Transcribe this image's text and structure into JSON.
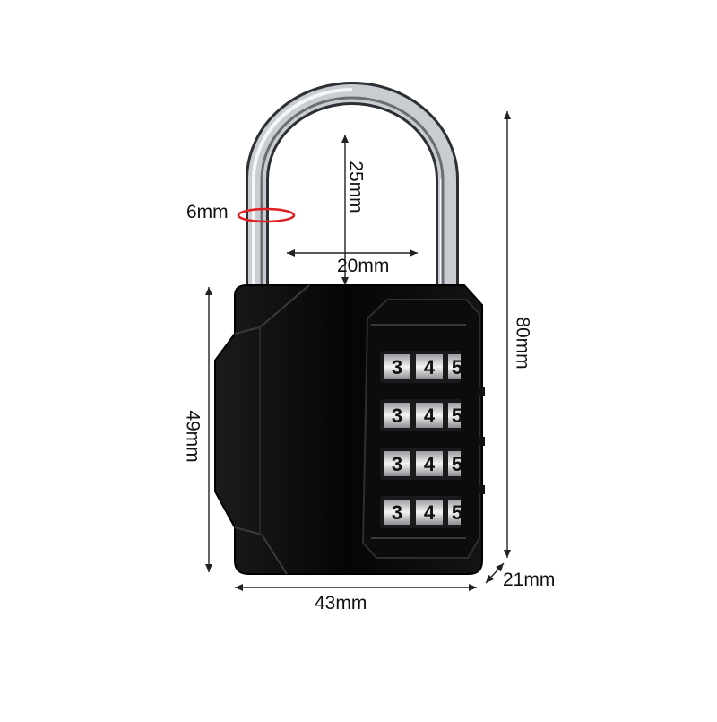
{
  "dimensions": {
    "shackle_diameter": "6mm",
    "shackle_height": "25mm",
    "shackle_width": "20mm",
    "total_height": "80mm",
    "body_height": "49mm",
    "body_width": "43mm",
    "body_depth": "21mm"
  },
  "dial_digits": [
    "3",
    "4",
    "5"
  ],
  "dial_rows": 4,
  "colors": {
    "body": "#0a0a0a",
    "shackle": "#b9bcc1",
    "highlight_ring": "#e02020",
    "dimension_lines": "#222222"
  }
}
